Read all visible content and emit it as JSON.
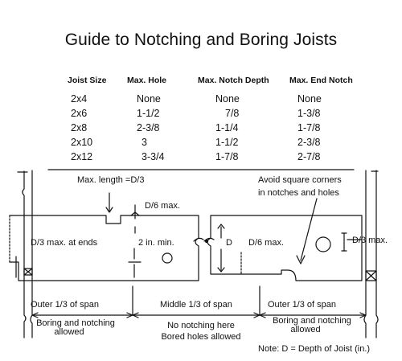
{
  "title": "Guide to Notching and Boring Joists",
  "table": {
    "headers": [
      "Joist Size",
      "Max. Hole",
      "Max. Notch Depth",
      "Max. End Notch"
    ],
    "rows": [
      [
        "2x4",
        "None",
        "None",
        "None"
      ],
      [
        "2x6",
        "1-1/2",
        "7/8",
        "1-3/8"
      ],
      [
        "2x8",
        "2-3/8",
        "1-1/4",
        "1-7/8"
      ],
      [
        "2x10",
        "3",
        "1-1/2",
        "2-3/8"
      ],
      [
        "2x12",
        "3-3/4",
        "1-7/8",
        "2-7/8"
      ]
    ]
  },
  "diagram": {
    "max_length": "Max. length =D/3",
    "d6_top": "D/6 max.",
    "d3_ends": "D/3 max. at ends",
    "two_in_min": "2 in. min.",
    "d_label": "D",
    "d6_mid": "D/6 max.",
    "avoid_line1": "Avoid square corners",
    "avoid_line2": "in notches and holes",
    "d3_max": "D/3 max.",
    "outer_left": "Outer 1/3 of span",
    "middle": "Middle 1/3 of span",
    "outer_right": "Outer 1/3 of span",
    "boring_left_1": "Boring and notching",
    "boring_left_2": "allowed",
    "no_notch_1": "No notching here",
    "no_notch_2": "Bored holes allowed",
    "boring_right_1": "Boring and notching",
    "boring_right_2": "allowed",
    "note": "Note: D = Depth of Joist (in.)"
  }
}
